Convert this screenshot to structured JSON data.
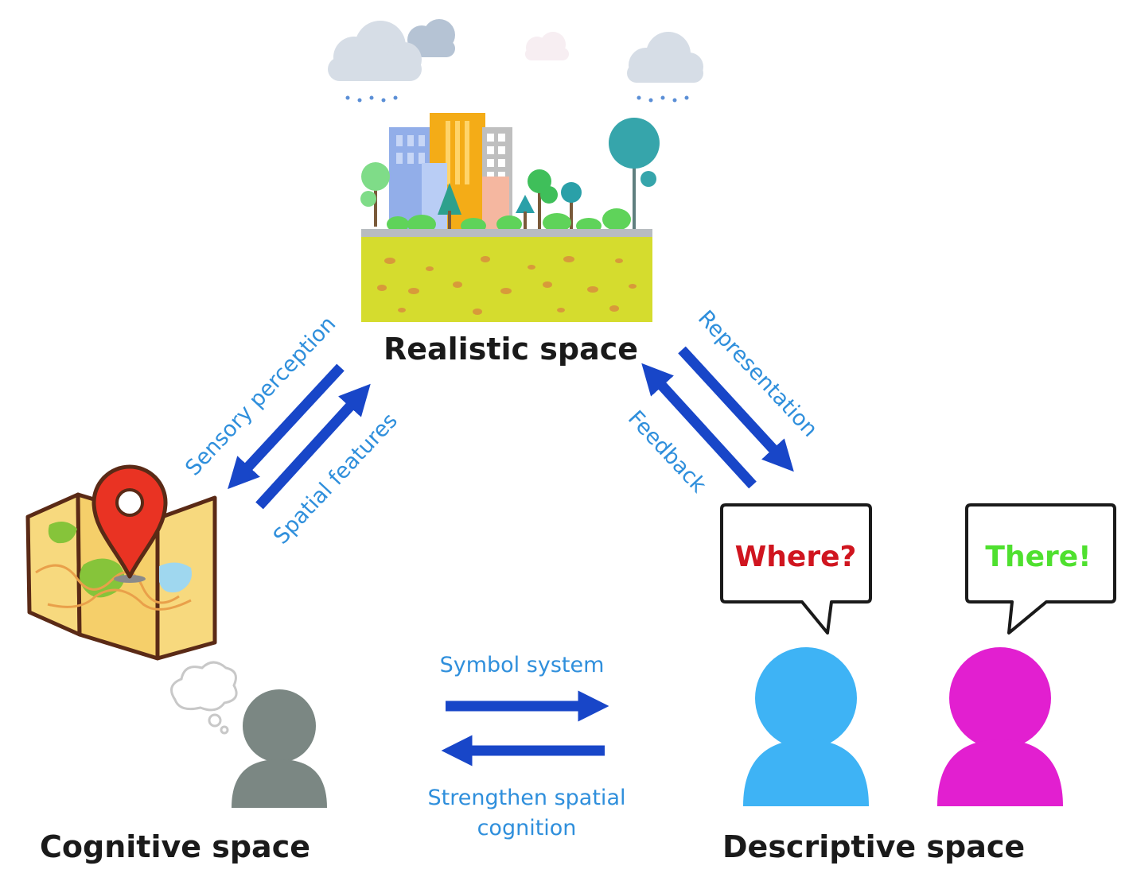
{
  "nodes": {
    "realistic": {
      "title": "Realistic space"
    },
    "cognitive": {
      "title": "Cognitive space"
    },
    "descriptive": {
      "title": "Descriptive space"
    }
  },
  "edges": {
    "sensory_perception": "Sensory perception",
    "spatial_features": "Spatial features",
    "representation": "Representation",
    "feedback": "Feedback",
    "symbol_system": "Symbol system",
    "strengthen_line1": "Strengthen spatial",
    "strengthen_line2": "cognition"
  },
  "bubbles": {
    "question": "Where?",
    "answer": "There!"
  },
  "colors": {
    "arrow": "#1846c8",
    "edge_label": "#2f8fdc",
    "question": "#d0151f",
    "answer": "#4fe02f",
    "person_gray": "#7b8783",
    "person_blue": "#3eb3f5",
    "person_magenta": "#e21fd0"
  }
}
